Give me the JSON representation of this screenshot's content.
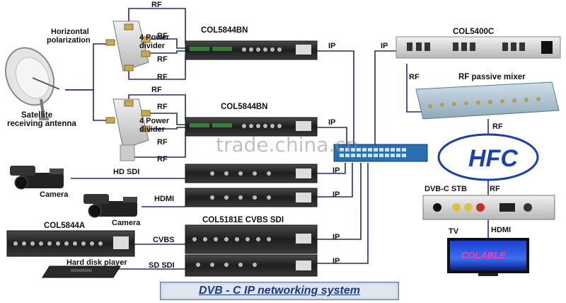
{
  "diagram": {
    "title": "DVB - C IP networking system",
    "watermark": "trade.china.cn",
    "hfc_label": "HFC",
    "tv_screen_text": "COLABLE",
    "labels": {
      "horizontal": "Horizontal",
      "polarization": "polarization",
      "satellite1": "Satellite",
      "satellite2": "receiving antenna",
      "power_divider_a": "4 Power",
      "power_divider_b": "divider",
      "power_divider2_a": "4 Power",
      "power_divider2_b": "divider",
      "rf": "RF",
      "col5844bn_1": "COL5844BN",
      "col5844bn_2": "COL5844BN",
      "col5400c": "COL5400C",
      "rf_mixer": "RF passive mixer",
      "hd_sdi": "HD SDI",
      "hdmi": "HDMI",
      "camera1": "Camera",
      "camera2": "Camera",
      "col5844a": "COL5844A",
      "col5181e": "COL5181E CVBS SDI",
      "cvbs": "CVBS",
      "sd_sdi": "SD SDI",
      "hdd": "Hard disk player",
      "ip": "IP",
      "dvbc_stb": "DVB-C STB",
      "tv": "TV",
      "hdmi_tv": "HDMI"
    }
  }
}
